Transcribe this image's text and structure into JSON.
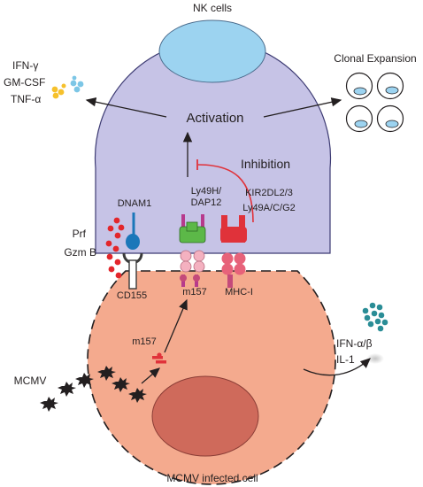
{
  "title_nk": "NK cells",
  "title_infected": "MCMV infected cell",
  "activation": "Activation",
  "inhibition": "Inhibition",
  "clonal_expansion": "Clonal Expansion",
  "cytokines_out": {
    "line1": "IFN-γ",
    "line2": "GM-CSF",
    "line3": "TNF-α"
  },
  "infected_cytokines": {
    "line1": "IFN-α/β",
    "line2": "IL-1"
  },
  "receptors": {
    "dnam1": "DNAM1",
    "ly49h_line1": "Ly49H/",
    "ly49h_line2": "DAP12",
    "kir_line1": "KIR2DL2/3",
    "kir_line2": "Ly49A/C/G2"
  },
  "ligands": {
    "cd155": "CD155",
    "m157": "m157",
    "mhc": "MHC-I"
  },
  "granules": {
    "prf": "Prf",
    "gzm": "Gzm B"
  },
  "virus": {
    "label": "MCMV",
    "m157_inside": "m157"
  },
  "colors": {
    "nk_fill": "#c6c3e6",
    "infected_fill": "#f4aa8e",
    "nucleus_fill": "#cf6a5b",
    "nk_nucleus": "#9cd3f0",
    "granule_red": "#e3262b",
    "receptor_red": "#e0323a",
    "receptor_green": "#5cb848",
    "receptor_pink": "#f4b1c0",
    "receptor_blue": "#1b77b9",
    "teal": "#2a8d96"
  }
}
